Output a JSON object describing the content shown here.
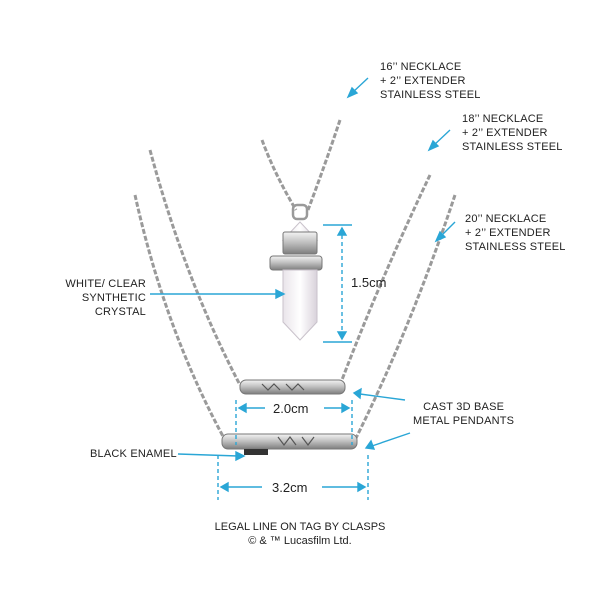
{
  "labels": {
    "necklace16": [
      "16’’ NECKLACE",
      "+ 2’’ EXTENDER",
      "STAINLESS STEEL"
    ],
    "necklace18": [
      "18’’ NECKLACE",
      "+ 2’’ EXTENDER",
      "STAINLESS STEEL"
    ],
    "necklace20": [
      "20’’ NECKLACE",
      "+ 2’’ EXTENDER",
      "STAINLESS STEEL"
    ],
    "crystal": [
      "WHITE/ CLEAR",
      "SYNTHETIC",
      "CRYSTAL"
    ],
    "pendants": [
      "CAST 3D BASE",
      "METAL PENDANTS"
    ],
    "enamel": "BLACK ENAMEL"
  },
  "dimensions": {
    "crystal_height": "1.5cm",
    "bar_small": "2.0cm",
    "bar_large": "3.2cm"
  },
  "legal": [
    "LEGAL LINE ON TAG BY CLASPS",
    "© & ™ Lucasfilm Ltd."
  ],
  "colors": {
    "annotation": "#2aa6d6",
    "metal": "#9a9a9a",
    "text": "#222222"
  }
}
